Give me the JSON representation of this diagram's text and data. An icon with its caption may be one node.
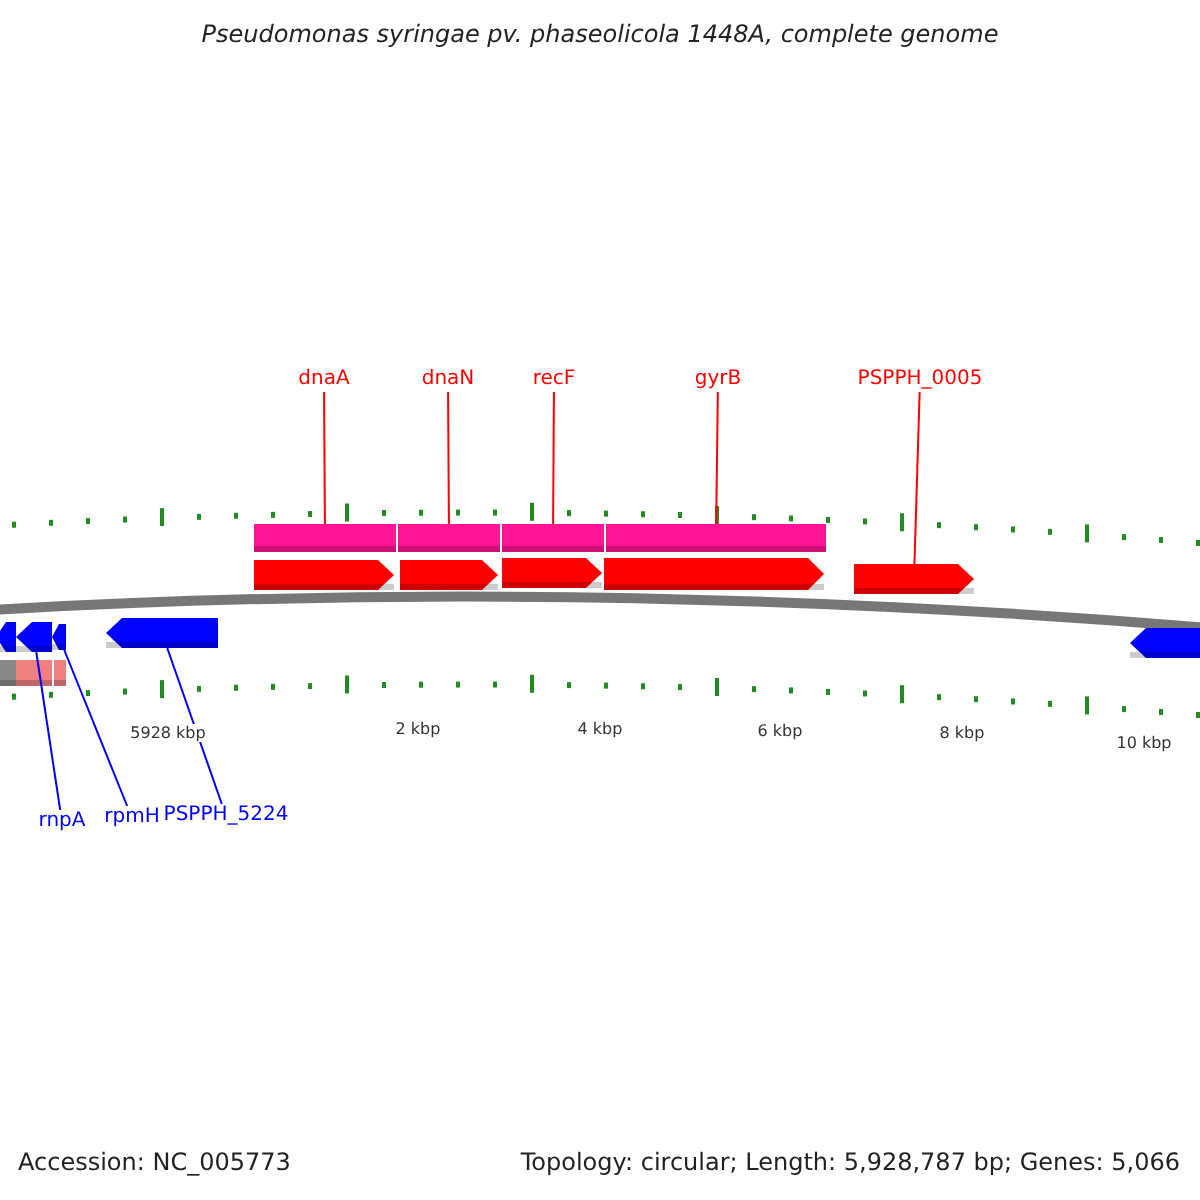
{
  "diagram": {
    "title": "Pseudomonas syringae pv. phaseolicola 1448A, complete genome",
    "nodes": [
      {
        "text": [
          "dnaA"
        ]
      },
      {
        "text": [
          "dnaN"
        ]
      },
      {
        "text": [
          "recF"
        ]
      },
      {
        "text": [
          "gyrB"
        ]
      },
      {
        "text": [
          "PSPPH_0005"
        ]
      },
      {
        "text": [],
        "shape": "bar"
      },
      {
        "text": [],
        "shape": "bar"
      },
      {
        "text": [],
        "shape": "bar"
      },
      {
        "text": [],
        "shape": "bar"
      },
      {
        "text": [],
        "shape": "arrow"
      },
      {
        "text": [],
        "shape": "arrow"
      },
      {
        "text": [],
        "shape": "arrow"
      },
      {
        "text": [],
        "shape": "arrow"
      },
      {
        "text": [],
        "shape": "arrow"
      },
      {
        "text": [
          "rnpA"
        ]
      },
      {
        "text": [
          "rpmH"
        ]
      },
      {
        "text": [
          "PSPPH_5224"
        ]
      },
      {
        "text": [],
        "shape": "arrow"
      },
      {
        "text": [],
        "shape": "arrow"
      },
      {
        "text": [],
        "shape": "arrow"
      },
      {
        "text": [],
        "shape": "arrow"
      },
      {
        "text": [],
        "shape": "arrow"
      },
      {
        "text": [],
        "shape": "bar"
      },
      {
        "text": [],
        "shape": "bar"
      },
      {
        "text": [],
        "shape": "bar"
      }
    ],
    "edges": [
      {
        "from": 0,
        "to": 5,
        "arrow": "none"
      },
      {
        "from": 1,
        "to": 6,
        "arrow": "none"
      },
      {
        "from": 2,
        "to": 7,
        "arrow": "none"
      },
      {
        "from": 3,
        "to": 8,
        "arrow": "none"
      },
      {
        "from": 4,
        "to": 13,
        "arrow": "none"
      },
      {
        "from": 14,
        "to": 18,
        "arrow": "none",
        "color": "#0000ff"
      },
      {
        "from": 15,
        "to": 19,
        "arrow": "none",
        "color": "#0000ff"
      },
      {
        "from": 16,
        "to": 20,
        "arrow": "none",
        "color": "#0000ff"
      }
    ],
    "labels": [
      "5928 kbp",
      "2 kbp",
      "4 kbp",
      "6 kbp",
      "8 kbp",
      "10 kbp",
      "Accession: NC_005773",
      "Topology: circular; Length: 5,928,787 bp; Genes: 5,066"
    ]
  }
}
